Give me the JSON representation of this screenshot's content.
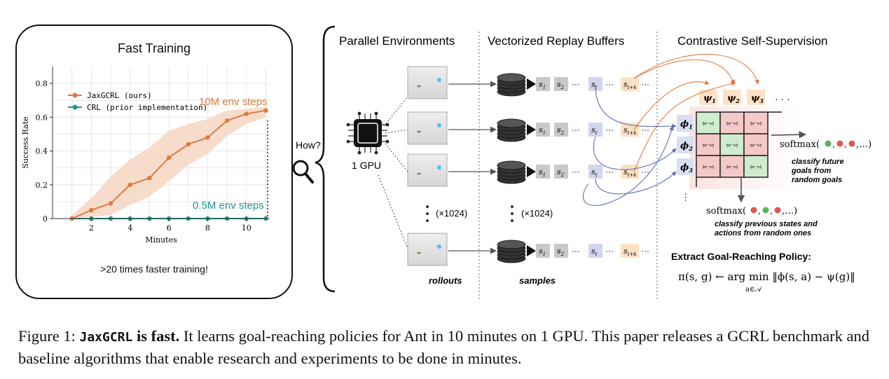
{
  "chart_panel": {
    "title": "Fast Training",
    "caption": ">20 times faster training!"
  },
  "chart_data": {
    "type": "line",
    "xlabel": "Minutes",
    "ylabel": "Success Rate",
    "xlim": [
      0,
      11.2
    ],
    "ylim": [
      0,
      0.9
    ],
    "x_ticks": [
      "2",
      "4",
      "6",
      "8",
      "10"
    ],
    "y_ticks": [
      "0",
      "0.2",
      "0.4",
      "0.6",
      "0.8"
    ],
    "grid": true,
    "legend_position": "top-left",
    "series": [
      {
        "name": "JaxGCRL (ours)",
        "color": "#e07a3f",
        "x": [
          1,
          2,
          3,
          4,
          5,
          6,
          7,
          8,
          9,
          10,
          11
        ],
        "y": [
          0.0,
          0.05,
          0.09,
          0.2,
          0.24,
          0.36,
          0.44,
          0.48,
          0.58,
          0.62,
          0.64
        ],
        "band_low": [
          0.0,
          0.01,
          0.02,
          0.08,
          0.13,
          0.22,
          0.32,
          0.38,
          0.49,
          0.56,
          0.6
        ],
        "band_high": [
          0.02,
          0.12,
          0.25,
          0.35,
          0.42,
          0.52,
          0.56,
          0.59,
          0.64,
          0.65,
          0.66
        ]
      },
      {
        "name": "CRL (prior implementation)",
        "color": "#1a9a8c",
        "x": [
          1,
          2,
          3,
          4,
          5,
          6,
          7,
          8,
          9,
          10,
          11
        ],
        "y": [
          0,
          0,
          0,
          0,
          0,
          0,
          0,
          0,
          0,
          0,
          0
        ]
      }
    ],
    "annotations": [
      "10M env steps",
      "0.5M env steps"
    ]
  },
  "how_label": "How?",
  "sections": {
    "parallel": "Parallel Environments",
    "replay": "Vectorized Replay Buffers",
    "contrastive": "Contrastive Self-Supervision"
  },
  "gpu_label": "1 GPU",
  "multiplier_env": "(×1024)",
  "multiplier_buffer": "(×1024)",
  "rollouts_label": "rollouts",
  "samples_label": "samples",
  "buffer_states": [
    "s",
    "s",
    "s",
    "s"
  ],
  "buffer_subscripts": [
    "1",
    "2",
    "t",
    "t+k"
  ],
  "psi_labels": [
    "ψ",
    "ψ",
    "ψ"
  ],
  "psi_subs": [
    "1",
    "2",
    "3"
  ],
  "phi_labels": [
    "ϕ",
    "ϕ",
    "ϕ"
  ],
  "phi_subs": [
    "1",
    "2",
    "3"
  ],
  "cell_text": "‖ϕ−ψ‖",
  "softmax_right": "softmax(",
  "softmax_right_tail": ",…)",
  "classify_goals": [
    "classify future",
    "goals from",
    "random goals"
  ],
  "softmax_bottom": "softmax(",
  "softmax_bottom_tail": ",…)",
  "classify_states": [
    "classify previous states and",
    "actions from random ones"
  ],
  "extract_title": "Extract Goal-Reaching Policy:",
  "policy_lhs": "π(s, g) ← arg min ‖ϕ(s, a) − ψ(g)‖",
  "policy_sub": "a∈𝒜",
  "caption": {
    "figure_label": "Figure 1:",
    "name": "JaxGCRL",
    "bold_tail": " is fast.",
    "text": " It learns goal-reaching policies for Ant in 10 minutes on 1 GPU. This paper releases a GCRL benchmark and baseline algorithms that enable research and experiments to be done in minutes."
  },
  "colors": {
    "orange": "#e07a3f",
    "teal": "#1a9a8c",
    "band": "#f7dccb",
    "psi_box": "#fde2c4",
    "phi_box": "#d9dff2",
    "green_cell": "#cfeccf",
    "red_cell": "#f6c9c9",
    "arrow_blue": "#5a6fb5",
    "arrow_orange": "#e07a3f"
  }
}
